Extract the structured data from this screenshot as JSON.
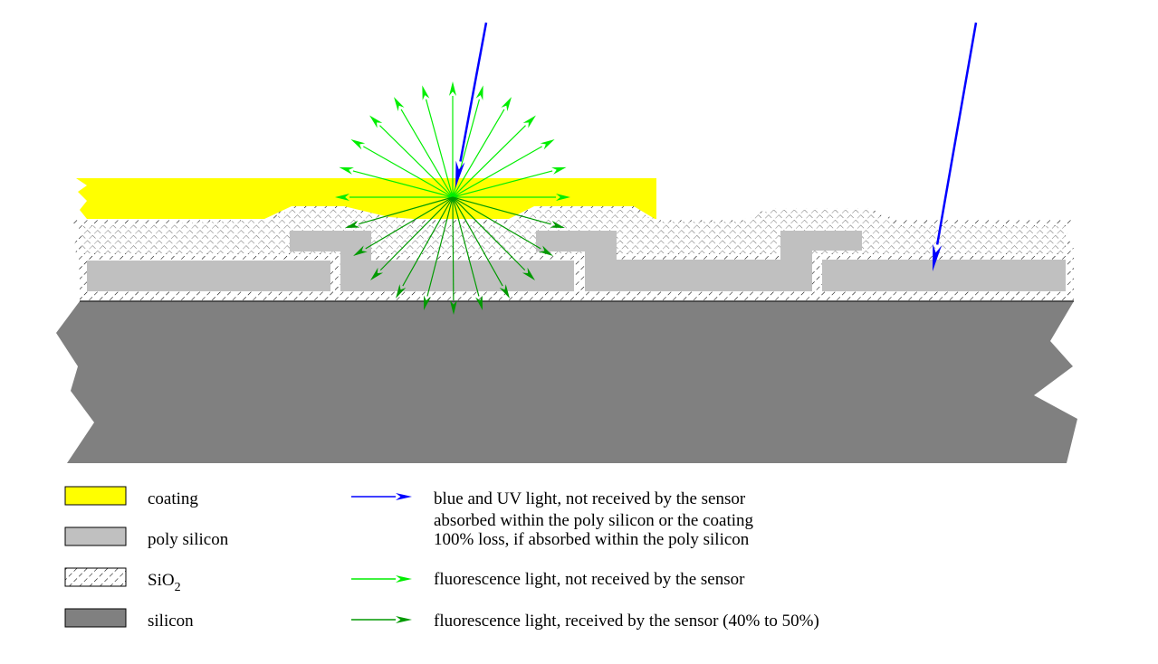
{
  "colors": {
    "coating": "#ffff00",
    "poly_silicon": "#c0c0c0",
    "silicon": "#808080",
    "blue_light": "#0000ff",
    "fluorescence_not_received": "#00ee00",
    "fluorescence_received": "#009900"
  },
  "legend": {
    "materials": [
      {
        "label": "coating"
      },
      {
        "label": "poly silicon"
      },
      {
        "label": "SiO",
        "subscript": "2"
      },
      {
        "label": "silicon"
      }
    ],
    "arrows": [
      {
        "lines": [
          "blue and UV light, not received by the sensor",
          "absorbed within the poly silicon or the coating",
          "100% loss, if absorbed within the poly silicon"
        ]
      },
      {
        "lines": [
          "fluorescence light, not received by the sensor"
        ]
      },
      {
        "lines": [
          "fluorescence light, received by the sensor (40% to 50%)"
        ]
      }
    ]
  }
}
